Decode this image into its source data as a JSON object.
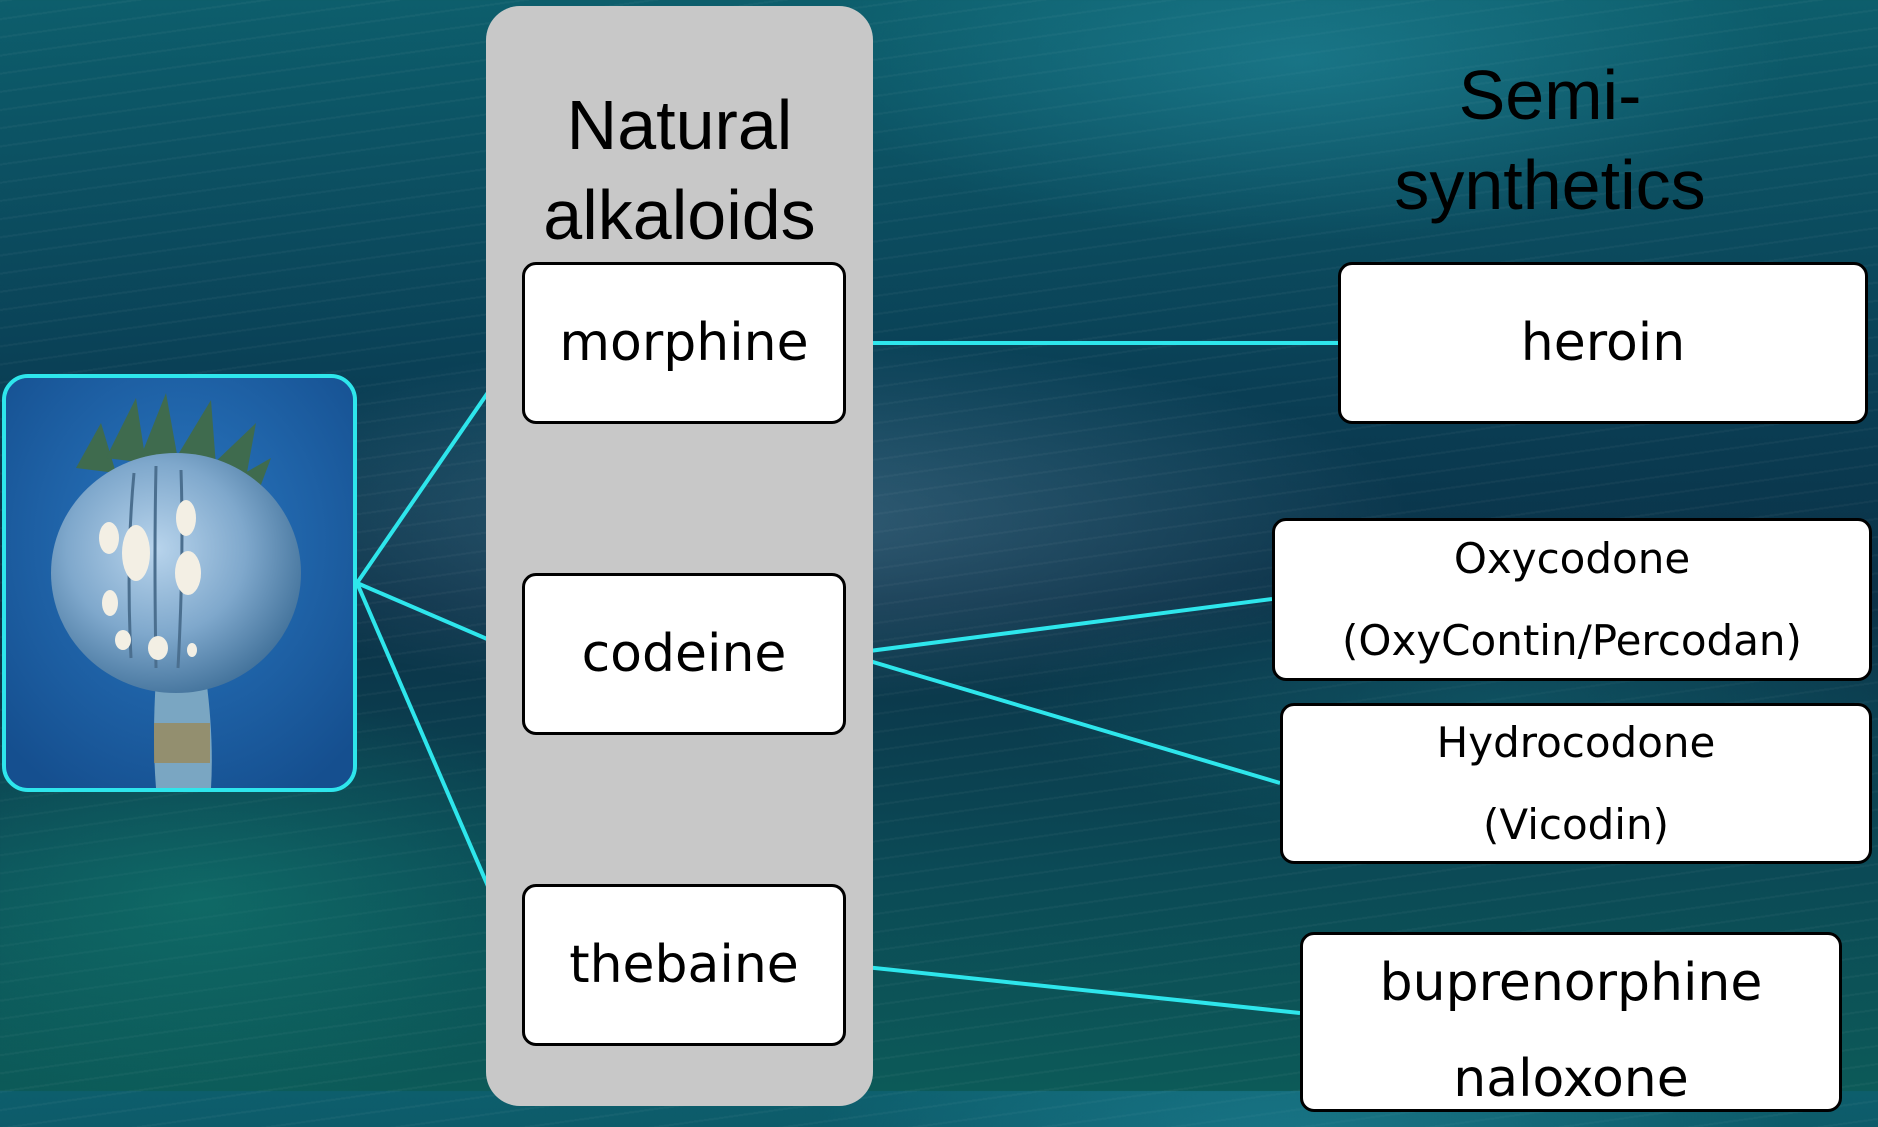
{
  "headings": {
    "natural_line1": "Natural",
    "natural_line2": "alkaloids",
    "semi_line1": "Semi-",
    "semi_line2": "synthetics"
  },
  "natural": {
    "morphine": "morphine",
    "codeine": "codeine",
    "thebaine": "thebaine"
  },
  "semisynthetic": {
    "heroin": "heroin",
    "oxycodone_line1": "Oxycodone",
    "oxycodone_line2": "(OxyContin/Percodan)",
    "hydrocodone_line1": "Hydrocodone",
    "hydrocodone_line2": "(Vicodin)",
    "bup_line1": "buprenorphine",
    "bup_line2": "naloxone"
  },
  "colors": {
    "connector": "#2ee6ec",
    "panel": "#c8c8c8",
    "box_fill": "#ffffff",
    "box_border": "#000000"
  },
  "icons": {
    "poppy": "opium-poppy-pod-image"
  }
}
